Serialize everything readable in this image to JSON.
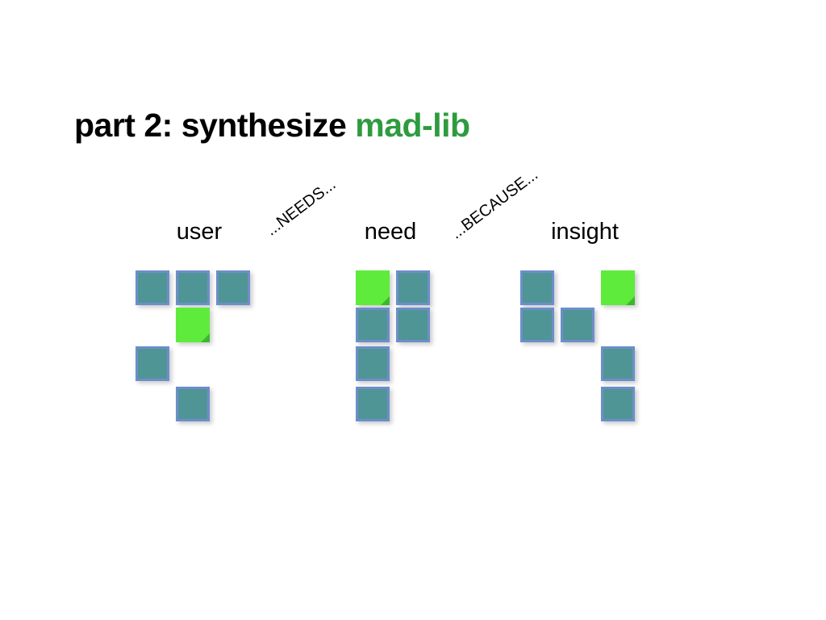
{
  "slide": {
    "title_main": "part 2: synthesize",
    "title_accent": "mad-lib"
  },
  "colors": {
    "title_main": "#000000",
    "title_accent": "#2e9b3e",
    "note_teal_fill": "#4f9596",
    "note_teal_border": "#6d8ec9",
    "note_green_fill": "#5eeb3c",
    "note_green_fold": "#3ab82a",
    "background": "#ffffff"
  },
  "columns": [
    {
      "label": "user"
    },
    {
      "label": "need"
    },
    {
      "label": "insight"
    }
  ],
  "connectors": [
    {
      "label": "...NEEDS..."
    },
    {
      "label": "...BECAUSE..."
    }
  ],
  "grids": [
    {
      "group": "user",
      "rows": [
        [
          "teal",
          "teal",
          "teal"
        ],
        [
          "empty",
          "green",
          "empty"
        ],
        [
          "teal",
          "empty",
          "empty"
        ],
        [
          "empty",
          "teal",
          "empty"
        ]
      ]
    },
    {
      "group": "need",
      "rows": [
        [
          "green",
          "teal",
          "empty"
        ],
        [
          "teal",
          "teal",
          "empty"
        ],
        [
          "teal",
          "empty",
          "empty"
        ],
        [
          "teal",
          "empty",
          "empty"
        ]
      ]
    },
    {
      "group": "insight",
      "rows": [
        [
          "teal",
          "empty",
          "green"
        ],
        [
          "teal",
          "teal",
          "empty"
        ],
        [
          "empty",
          "empty",
          "teal"
        ],
        [
          "empty",
          "empty",
          "teal"
        ]
      ]
    }
  ]
}
